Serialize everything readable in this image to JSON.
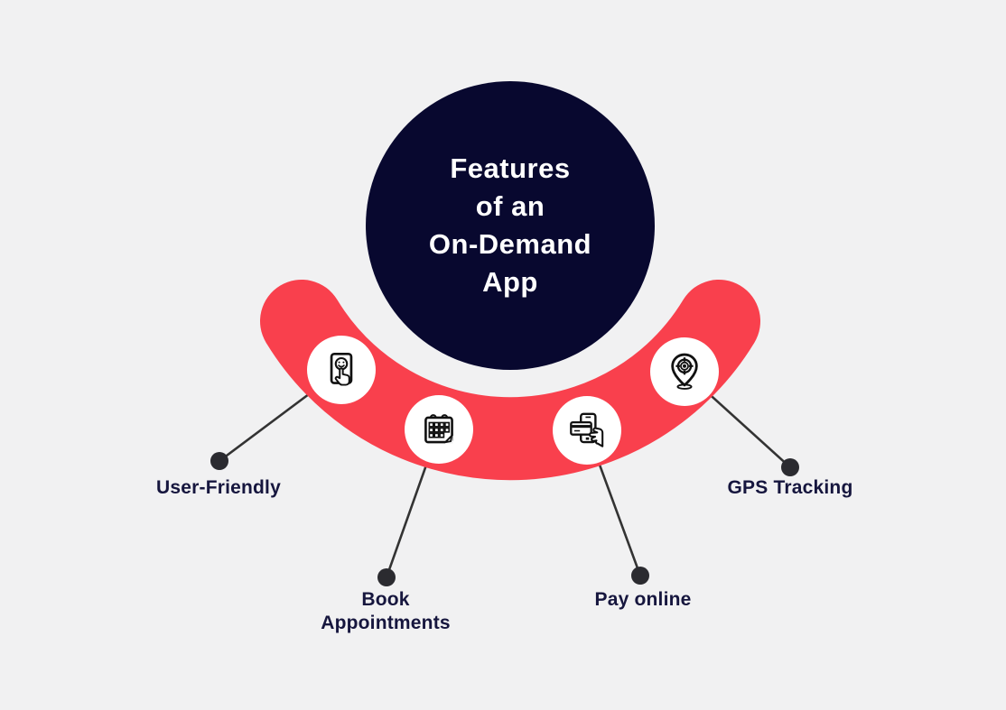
{
  "title": {
    "lines": [
      "Features",
      "of an",
      "On-Demand",
      "App"
    ]
  },
  "features": [
    {
      "label": "User-Friendly",
      "icon": "touch-screen-icon"
    },
    {
      "label": "Book Appointments",
      "icon": "calendar-icon"
    },
    {
      "label": "Pay online",
      "icon": "mobile-payment-icon"
    },
    {
      "label": "GPS Tracking",
      "icon": "gps-pin-icon"
    }
  ],
  "colors": {
    "background": "#F1F1F2",
    "arc_red": "#F9404D",
    "title_circle": "#08082F",
    "title_text": "#FFFFFF",
    "label_text": "#16163E",
    "connector_line": "#333333",
    "connector_dot": "#2B2B30",
    "icon_outline": "#111111",
    "icon_circle_bg": "#FFFFFF"
  }
}
